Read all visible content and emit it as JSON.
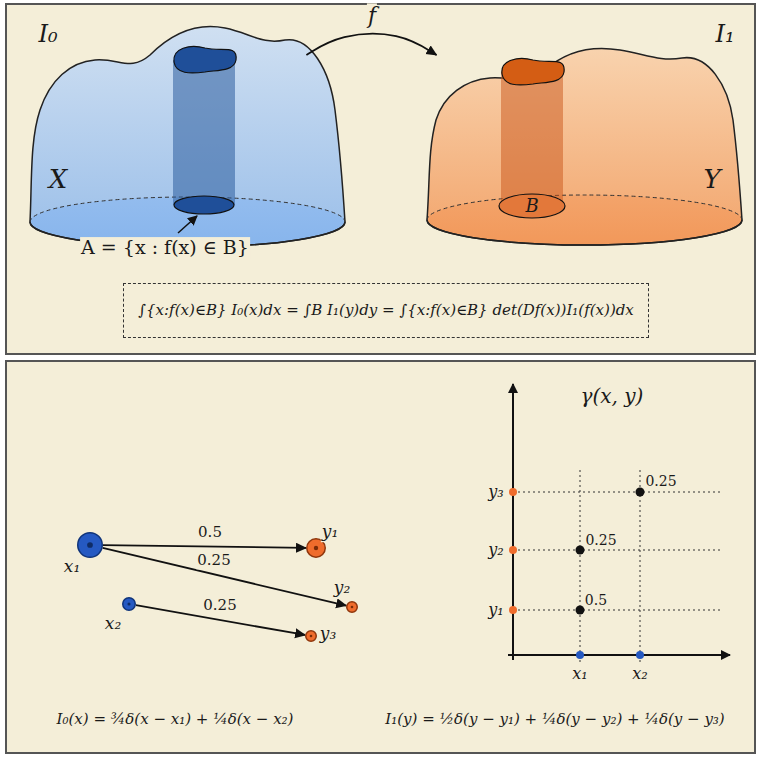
{
  "diagram": {
    "nodes": [
      {
        "text": [
          "I₀",
          "X"
        ]
      },
      {
        "text": [
          "I₁",
          "Y"
        ]
      },
      {
        "text": [
          "∫{x:f(x)∈B} I₀(x)dx = ∫B I₁(y)dy = ∫{x:f(x)∈B} det(Df(x))I₁(f(x))dx"
        ]
      },
      {
        "text": [
          "x₁"
        ]
      },
      {
        "text": [
          "y₁"
        ]
      },
      {
        "text": [
          "y₂"
        ]
      },
      {
        "text": [
          "x₂"
        ]
      },
      {
        "text": [
          "y₃"
        ]
      }
    ],
    "edges": [
      {
        "from": 0,
        "to": 1,
        "label": "f",
        "arrow": "to"
      },
      {
        "from": 3,
        "to": 4,
        "label": "0.5",
        "arrow": "to"
      },
      {
        "from": 3,
        "to": 5,
        "label": "0.25",
        "arrow": "to"
      },
      {
        "from": 6,
        "to": 7,
        "label": "0.25",
        "arrow": "to"
      }
    ],
    "labels": [
      "A = {x : f(x) ∈ B}",
      "B",
      "γ(x, y)",
      "y₃",
      "y₂",
      "y₁",
      "x₁",
      "x₂",
      "0.25",
      "0.25",
      "0.5",
      "I₀(x) = ¾δ(x − x₁) + ¼δ(x − x₂)",
      "I₁(y) = ½δ(y − y₁) + ¼δ(y − y₂) + ¼δ(y − y₃)"
    ]
  }
}
